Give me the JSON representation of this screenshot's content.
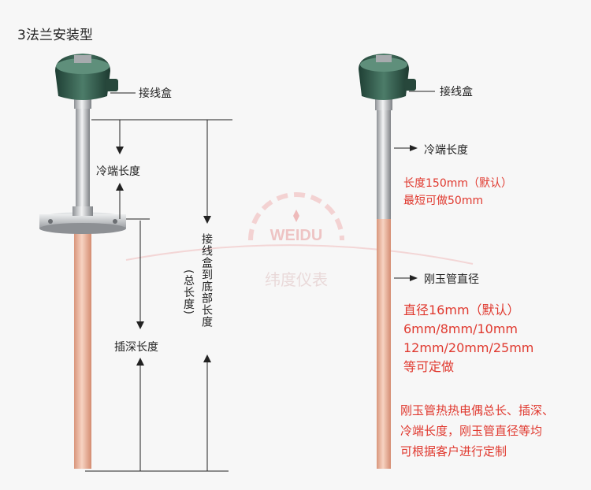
{
  "title": "3法兰安装型",
  "left": {
    "junction_box": "接线盒",
    "cold_end_length": "冷端长度",
    "insertion_depth": "插深长度",
    "box_to_bottom": "接线盒到底部长度",
    "total_length": "(总长度)"
  },
  "right": {
    "junction_box": "接线盒",
    "cold_end_length": "冷端长度",
    "cold_end_note": [
      "长度150mm（默认）",
      "最短可做50mm"
    ],
    "tube_diameter": "刚玉管直径",
    "diameter_note": [
      "直径16mm（默认）",
      "6mm/8mm/10mm",
      "12mm/20mm/25mm",
      "等可定做"
    ],
    "custom_note": [
      "刚玉管热热电偶总长、插深、",
      "冷端长度，刚玉管直径等均",
      "可根据客户进行定制"
    ]
  },
  "watermark": {
    "brand": "WEIDU",
    "name": "纬度仪表"
  },
  "colors": {
    "accent_red": "#e0392f",
    "tube": "#e7b49e",
    "box_green": "#2f5a4a"
  }
}
